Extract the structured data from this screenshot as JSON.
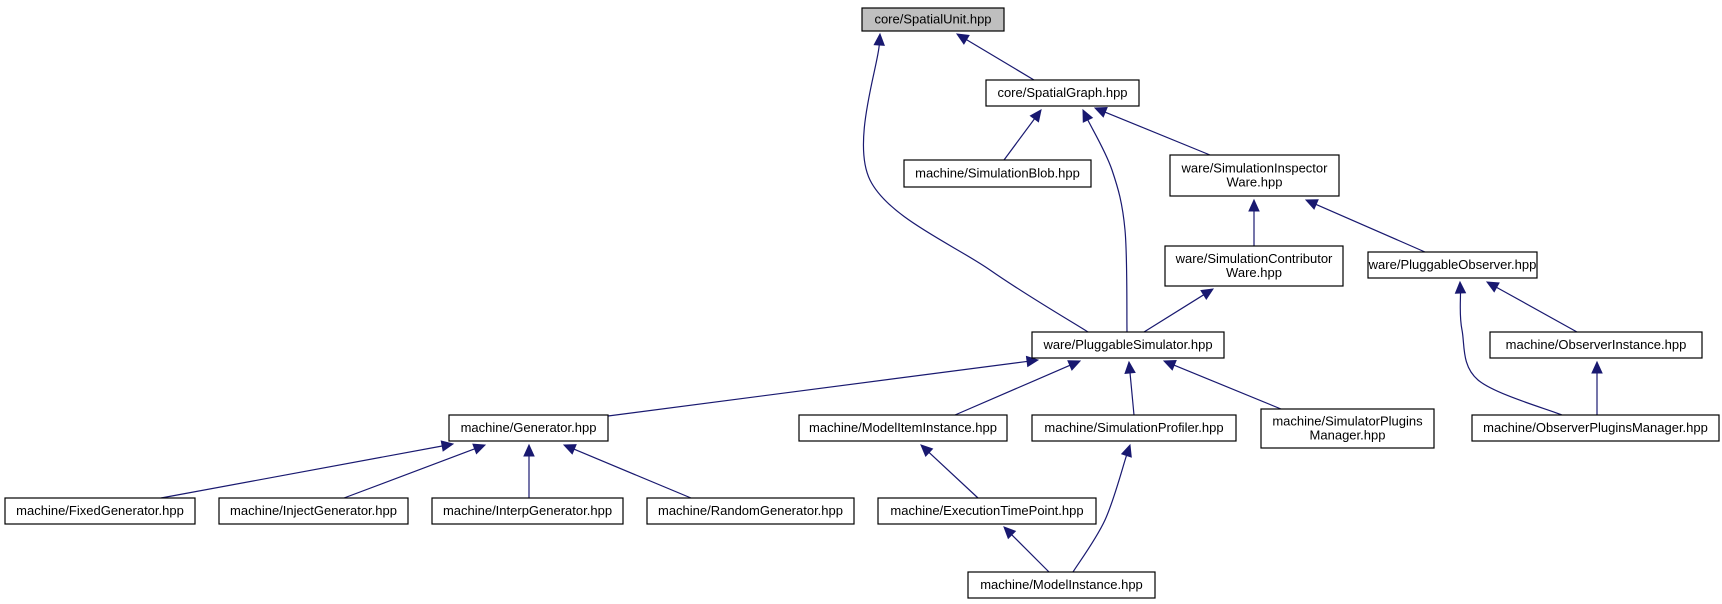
{
  "nodes": [
    {
      "id": "spatial_unit",
      "lines": [
        "core/SpatialUnit.hpp"
      ],
      "root": true
    },
    {
      "id": "spatial_graph",
      "lines": [
        "core/SpatialGraph.hpp"
      ]
    },
    {
      "id": "simulation_blob",
      "lines": [
        "machine/SimulationBlob.hpp"
      ]
    },
    {
      "id": "inspector_ware",
      "lines": [
        "ware/SimulationInspector",
        "Ware.hpp"
      ]
    },
    {
      "id": "contributor_ware",
      "lines": [
        "ware/SimulationContributor",
        "Ware.hpp"
      ]
    },
    {
      "id": "pluggable_observer",
      "lines": [
        "ware/PluggableObserver.hpp"
      ]
    },
    {
      "id": "pluggable_simulator",
      "lines": [
        "ware/PluggableSimulator.hpp"
      ]
    },
    {
      "id": "observer_instance",
      "lines": [
        "machine/ObserverInstance.hpp"
      ]
    },
    {
      "id": "generator",
      "lines": [
        "machine/Generator.hpp"
      ]
    },
    {
      "id": "model_item_instance",
      "lines": [
        "machine/ModelItemInstance.hpp"
      ]
    },
    {
      "id": "simulation_profiler",
      "lines": [
        "machine/SimulationProfiler.hpp"
      ]
    },
    {
      "id": "simulator_plugins_manager",
      "lines": [
        "machine/SimulatorPlugins",
        "Manager.hpp"
      ]
    },
    {
      "id": "observer_plugins_manager",
      "lines": [
        "machine/ObserverPluginsManager.hpp"
      ]
    },
    {
      "id": "fixed_generator",
      "lines": [
        "machine/FixedGenerator.hpp"
      ]
    },
    {
      "id": "inject_generator",
      "lines": [
        "machine/InjectGenerator.hpp"
      ]
    },
    {
      "id": "interp_generator",
      "lines": [
        "machine/InterpGenerator.hpp"
      ]
    },
    {
      "id": "random_generator",
      "lines": [
        "machine/RandomGenerator.hpp"
      ]
    },
    {
      "id": "execution_time_point",
      "lines": [
        "machine/ExecutionTimePoint.hpp"
      ]
    },
    {
      "id": "model_instance",
      "lines": [
        "machine/ModelInstance.hpp"
      ]
    }
  ],
  "edges": [
    {
      "from": "spatial_unit",
      "to": "spatial_graph"
    },
    {
      "from": "spatial_unit",
      "to": "pluggable_simulator"
    },
    {
      "from": "spatial_graph",
      "to": "simulation_blob"
    },
    {
      "from": "spatial_graph",
      "to": "inspector_ware"
    },
    {
      "from": "spatial_graph",
      "to": "pluggable_simulator"
    },
    {
      "from": "inspector_ware",
      "to": "contributor_ware"
    },
    {
      "from": "inspector_ware",
      "to": "pluggable_observer"
    },
    {
      "from": "contributor_ware",
      "to": "pluggable_simulator"
    },
    {
      "from": "pluggable_observer",
      "to": "observer_instance"
    },
    {
      "from": "pluggable_observer",
      "to": "observer_plugins_manager"
    },
    {
      "from": "observer_instance",
      "to": "observer_plugins_manager"
    },
    {
      "from": "pluggable_simulator",
      "to": "generator"
    },
    {
      "from": "pluggable_simulator",
      "to": "model_item_instance"
    },
    {
      "from": "pluggable_simulator",
      "to": "simulation_profiler"
    },
    {
      "from": "pluggable_simulator",
      "to": "simulator_plugins_manager"
    },
    {
      "from": "generator",
      "to": "fixed_generator"
    },
    {
      "from": "generator",
      "to": "inject_generator"
    },
    {
      "from": "generator",
      "to": "interp_generator"
    },
    {
      "from": "generator",
      "to": "random_generator"
    },
    {
      "from": "model_item_instance",
      "to": "execution_time_point"
    },
    {
      "from": "simulation_profiler",
      "to": "model_instance"
    },
    {
      "from": "execution_time_point",
      "to": "model_instance"
    }
  ]
}
